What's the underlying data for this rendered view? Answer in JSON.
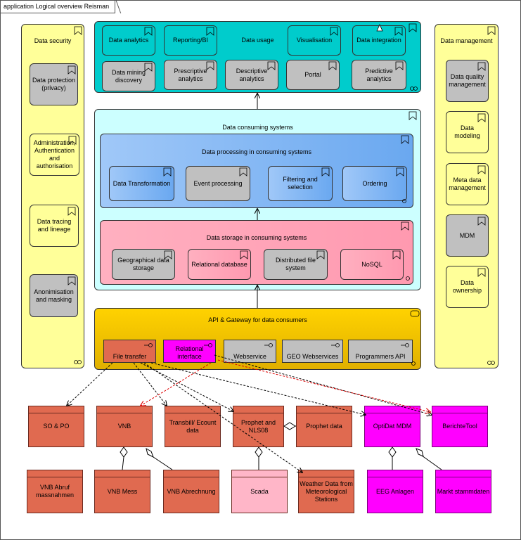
{
  "frame_title": "application Logical overview Reisman",
  "data_security": {
    "title": "Data security",
    "items": [
      "Data protection (privacy)",
      "Administration, Authentication and authorisation",
      "Data tracing and lineage",
      "Anonimisation and masking"
    ]
  },
  "data_management": {
    "title": "Data management",
    "items": [
      "Data quality management",
      "Data modeling",
      "Meta data management",
      "MDM",
      "Data ownership"
    ]
  },
  "data_usage": {
    "title": "Data usage",
    "top": [
      "Data analytics",
      "Reporting/BI",
      "Visualisation",
      "Data integration"
    ],
    "bottom": [
      "Data mining discovery",
      "Prescriptive analytics",
      "Descriptive analytics",
      "Portal",
      "Predictive analytics"
    ]
  },
  "consuming": {
    "title": "Data consuming systems",
    "processing": {
      "title": "Data processing in consuming systems",
      "items": [
        "Data Transformation",
        "Event processing",
        "Filtering and selection",
        "Ordering"
      ]
    },
    "storage": {
      "title": "Data storage in consuming systems",
      "items": [
        "Geographical data storage",
        "Relational database",
        "Distributed file system",
        "NoSQL"
      ]
    }
  },
  "api": {
    "title": "API & Gateway for data consumers",
    "items": [
      "File transfer",
      "Relational interface",
      "Webservice",
      "GEO Webservices",
      "Programmers API"
    ]
  },
  "entities": {
    "row1": [
      "SO & PO",
      "VNB",
      "Transbill/ Ecount data",
      "Prophet and NLS08",
      "Prophet data",
      "OptiDat MDM",
      "BerichteTool"
    ],
    "row2": [
      "VNB Abruf massnahmen",
      "VNB Mess",
      "VNB Abrechnung",
      "Scada",
      "Weather Data from Meteorological Stations",
      "EEG Anlagen",
      "Markt stammdaten"
    ]
  },
  "colors": {
    "security_bg": "#ffff99",
    "usage_bg": "#00cccc",
    "consuming_bg": "#ccffff",
    "processing_bg": "#6aa8f0",
    "storage_bg": "#ff99b0",
    "api_bg": "#e0b000",
    "entity_salmon": "#e06a50",
    "entity_magenta": "#ff00ff",
    "entity_pink": "#ffb6c8"
  }
}
